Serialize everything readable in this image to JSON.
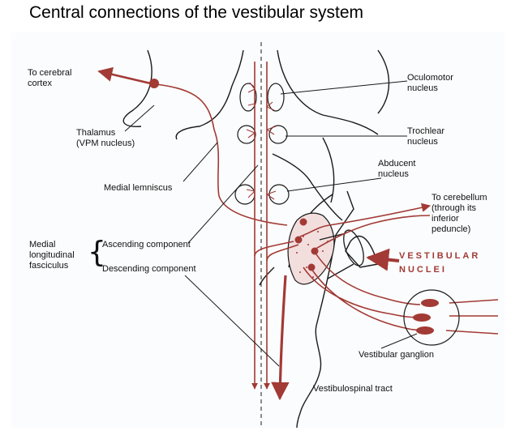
{
  "title": "Central connections of the vestibular system",
  "labels": {
    "cerebral_cortex": [
      "To cerebral",
      "cortex"
    ],
    "thalamus": [
      "Thalamus",
      "(VPM nucleus)"
    ],
    "medial_lemniscus": "Medial lemniscus",
    "mlf": [
      "Medial",
      "longitudinal",
      "fasciculus"
    ],
    "ascending": "Ascending component",
    "descending": "Descending component",
    "oculomotor": [
      "Oculomotor",
      "nucleus"
    ],
    "trochlear": [
      "Trochlear",
      "nucleus"
    ],
    "abducent": [
      "Abducent",
      "nucleus"
    ],
    "cerebellum": [
      "To cerebellum",
      "(through its",
      "inferior",
      "peduncle)"
    ],
    "vestibular_nuclei": [
      "VESTIBULAR",
      "NUCLEI"
    ],
    "vestibular_ganglion": "Vestibular ganglion",
    "vestibulospinal": "Vestibulospinal tract"
  },
  "colors": {
    "pathway": "#a23a35",
    "outline": "#1a1a1a",
    "background": "#fbfcfd"
  }
}
